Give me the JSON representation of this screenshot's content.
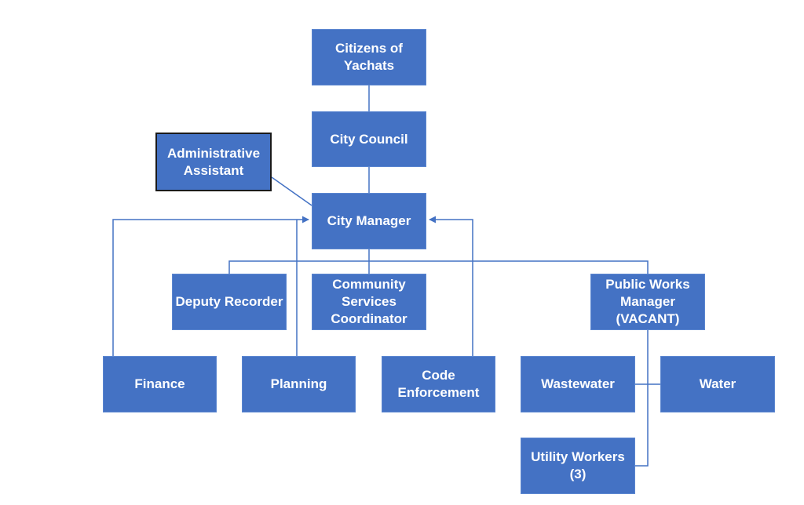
{
  "diagram": {
    "type": "org-chart",
    "box_color": "#4472c4",
    "line_color": "#4472c4",
    "nodes": {
      "citizens": "Citizens of\nYachats",
      "council": "City Council",
      "admin_assistant": "Administrative\nAssistant",
      "city_manager": "City Manager",
      "deputy_recorder": "Deputy Recorder",
      "community_services": "Community\nServices\nCoordinator",
      "public_works": "Public Works\nManager\n(VACANT)",
      "finance": "Finance",
      "planning": "Planning",
      "code_enforcement": "Code\nEnforcement",
      "wastewater": "Wastewater",
      "water": "Water",
      "utility_workers": "Utility Workers\n(3)"
    },
    "edges": [
      {
        "from": "citizens",
        "to": "council",
        "arrow": false
      },
      {
        "from": "council",
        "to": "city_manager",
        "arrow": false
      },
      {
        "from": "admin_assistant",
        "to": "city_manager",
        "arrow": false
      },
      {
        "from": "city_manager",
        "to": "deputy_recorder",
        "arrow": false
      },
      {
        "from": "city_manager",
        "to": "community_services",
        "arrow": false
      },
      {
        "from": "city_manager",
        "to": "public_works",
        "arrow": false
      },
      {
        "from": "finance",
        "to": "city_manager",
        "arrow": true
      },
      {
        "from": "planning",
        "to": "city_manager",
        "arrow": true
      },
      {
        "from": "code_enforcement",
        "to": "city_manager",
        "arrow": true
      },
      {
        "from": "public_works",
        "to": "wastewater",
        "arrow": false
      },
      {
        "from": "public_works",
        "to": "water",
        "arrow": false
      },
      {
        "from": "public_works",
        "to": "utility_workers",
        "arrow": false
      }
    ]
  }
}
